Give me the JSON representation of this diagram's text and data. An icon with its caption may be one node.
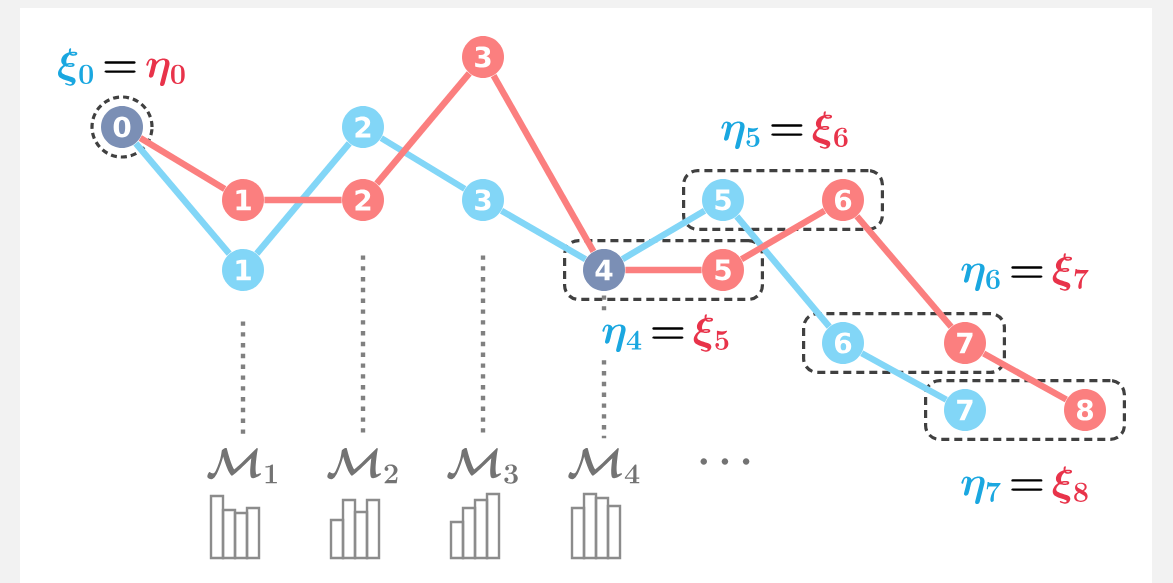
{
  "diagram": {
    "nodes": [
      {
        "text": [
          "0"
        ],
        "beside": [
          "\\xi_0",
          "=",
          "\\eta_0"
        ]
      },
      {
        "text": [
          "1"
        ]
      },
      {
        "text": [
          "1"
        ]
      },
      {
        "text": [
          "2"
        ]
      },
      {
        "text": [
          "2"
        ]
      },
      {
        "text": [
          "3"
        ]
      },
      {
        "text": [
          "3"
        ]
      },
      {
        "text": [],
        "shape": "box",
        "beside": [
          "\\eta_4",
          "=",
          "\\xi_5"
        ]
      },
      {
        "text": [
          "4"
        ],
        "in": 7
      },
      {
        "text": [
          "5"
        ],
        "in": 7
      },
      {
        "text": [],
        "shape": "box",
        "beside": [
          "\\eta_5",
          "=",
          "\\xi_6"
        ]
      },
      {
        "text": [
          "5"
        ],
        "in": 10
      },
      {
        "text": [
          "6"
        ],
        "in": 10
      },
      {
        "text": [],
        "shape": "box",
        "beside": [
          "\\eta_6",
          "=",
          "\\xi_7"
        ]
      },
      {
        "text": [
          "6"
        ],
        "in": 13
      },
      {
        "text": [
          "7"
        ],
        "in": 13
      },
      {
        "text": [],
        "shape": "box",
        "beside": [
          "\\eta_7",
          "=",
          "\\xi_8"
        ]
      },
      {
        "text": [
          "7"
        ],
        "in": 16
      },
      {
        "text": [
          "8"
        ],
        "in": 16
      },
      {
        "text": [
          "\\mathcal{M}_1"
        ]
      },
      {
        "text": [
          "\\mathcal{M}_2"
        ]
      },
      {
        "text": [
          "\\mathcal{M}_3"
        ]
      },
      {
        "text": [
          "\\mathcal{M}_4"
        ]
      }
    ],
    "edges": [
      {
        "from": 0,
        "to": 1,
        "arrow": "none",
        "color": "#82d6f7"
      },
      {
        "from": 1,
        "to": 4,
        "arrow": "none",
        "color": "#82d6f7"
      },
      {
        "from": 4,
        "to": 6,
        "arrow": "none",
        "color": "#82d6f7"
      },
      {
        "from": 6,
        "to": 8,
        "arrow": "none",
        "color": "#82d6f7"
      },
      {
        "from": 8,
        "to": 11,
        "arrow": "none",
        "color": "#82d6f7"
      },
      {
        "from": 11,
        "to": 14,
        "arrow": "none",
        "color": "#82d6f7"
      },
      {
        "from": 14,
        "to": 17,
        "arrow": "none",
        "color": "#82d6f7"
      },
      {
        "from": 0,
        "to": 2,
        "arrow": "none",
        "color": "#fb7f7f"
      },
      {
        "from": 2,
        "to": 3,
        "arrow": "none",
        "color": "#fb7f7f"
      },
      {
        "from": 3,
        "to": 5,
        "arrow": "none",
        "color": "#fb7f7f"
      },
      {
        "from": 5,
        "to": 8,
        "arrow": "none",
        "color": "#fb7f7f"
      },
      {
        "from": 8,
        "to": 9,
        "arrow": "none",
        "color": "#fb7f7f"
      },
      {
        "from": 9,
        "to": 12,
        "arrow": "none",
        "color": "#fb7f7f"
      },
      {
        "from": 12,
        "to": 15,
        "arrow": "none",
        "color": "#fb7f7f"
      },
      {
        "from": 15,
        "to": 18,
        "arrow": "none",
        "color": "#fb7f7f"
      },
      {
        "from": 1,
        "to": 19,
        "arrow": "none",
        "style": "dashed",
        "color": "#808080"
      },
      {
        "from": 3,
        "to": 20,
        "arrow": "none",
        "style": "dashed",
        "color": "#808080"
      },
      {
        "from": 6,
        "to": 21,
        "arrow": "none",
        "style": "dashed",
        "color": "#808080"
      },
      {
        "from": 8,
        "to": 22,
        "arrow": "none",
        "style": "dashed",
        "color": "#808080"
      }
    ],
    "labels": [
      "\\cdots"
    ]
  }
}
